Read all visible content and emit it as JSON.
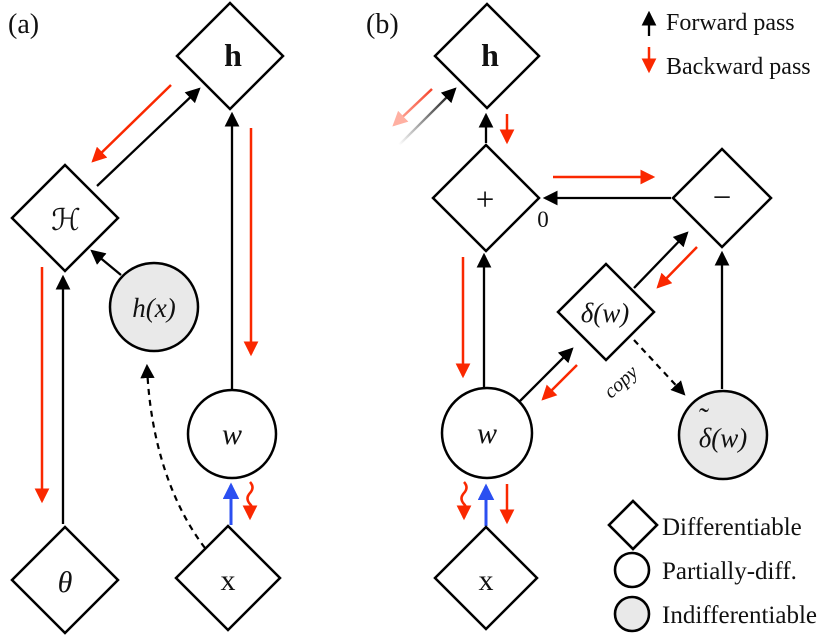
{
  "figure": {
    "type": "computational-graph-diagram",
    "colors": {
      "forward_black": "#000000",
      "backward_red": "#fa2800",
      "perturbation_blue": "#2b4ff1",
      "faded_red": "#ffb0a2",
      "indifferentiable_gray": "#e9e9e9",
      "background": "#ffffff"
    }
  },
  "panel_a": {
    "label": "(a)",
    "nodes": {
      "h": "h",
      "H_script": "ℋ",
      "h_of_x": "h(x)",
      "w": "w",
      "theta": "θ",
      "x": "x"
    }
  },
  "panel_b": {
    "label": "(b)",
    "nodes": {
      "h": "h",
      "plus": "+",
      "minus": "−",
      "delta_w": "δ(w)",
      "delta_tilde_base": "δ(w)",
      "delta_tilde_mark": "˜",
      "w": "w",
      "x": "x"
    },
    "zero_label": "0",
    "copy_label": "copy"
  },
  "legend_passes": {
    "forward": "Forward pass",
    "backward": "Backward pass"
  },
  "legend_nodes": {
    "differentiable": "Differentiable",
    "partially_diff": "Partially-diff.",
    "indifferentiable": "Indifferentiable"
  }
}
